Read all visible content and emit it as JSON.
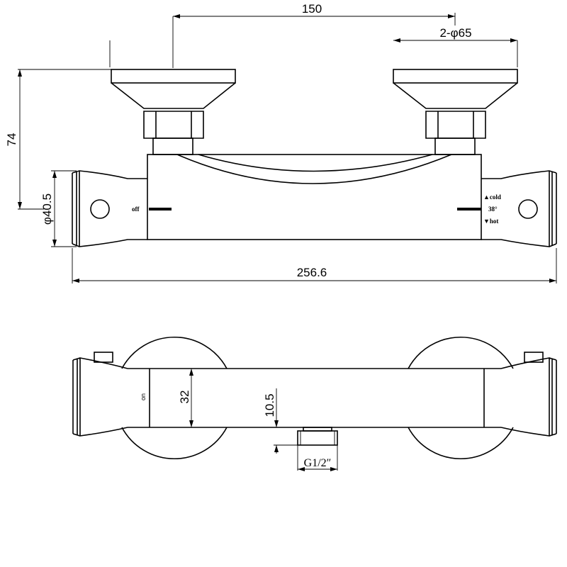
{
  "dimensions": {
    "handle_spacing": "150",
    "handle_diameter": "2-φ65",
    "height": "74",
    "body_diameter": "φ40.5",
    "overall_length": "256.6",
    "body_depth": "32",
    "outlet_offset": "10.5",
    "outlet_thread": "G1/2″"
  },
  "labels": {
    "off": "off",
    "cold": "▲cold",
    "temp": "38°",
    "hot": "▼hot",
    "on": "on"
  }
}
